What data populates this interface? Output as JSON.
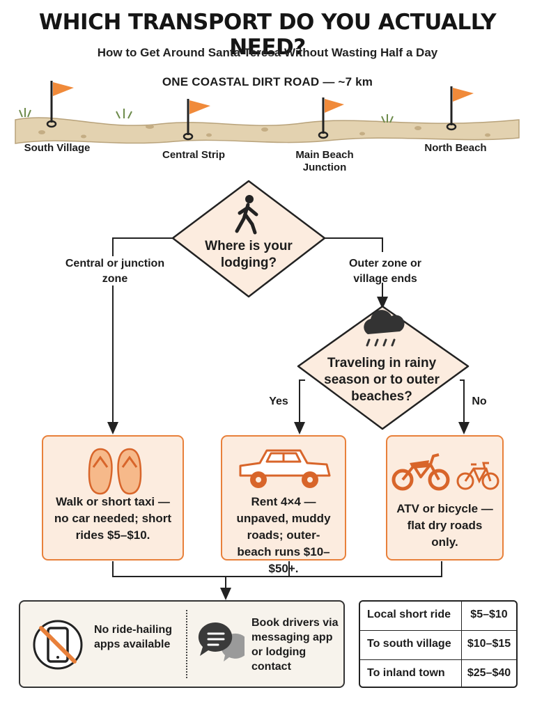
{
  "header": {
    "title": "WHICH TRANSPORT DO YOU ACTUALLY NEED?",
    "subtitle": "How to Get Around Santa Teresa Without Wasting Half a Day"
  },
  "road": {
    "label": "ONE COASTAL DIRT ROAD — ~7 km",
    "locations": [
      "South Village",
      "Central Strip",
      "Main Beach Junction",
      "North Beach"
    ]
  },
  "flow": {
    "decision1": "Where is your lodging?",
    "branch_left": "Central or junction zone",
    "branch_right": "Outer zone or village ends",
    "decision2": "Traveling in rainy season or to outer beaches?",
    "yes_label": "Yes",
    "no_label": "No"
  },
  "options": [
    {
      "icon": "flip-flops-icon",
      "text": "Walk or short taxi — no car needed; short rides $5–$10."
    },
    {
      "icon": "pickup-truck-icon",
      "text": "Rent 4×4 — unpaved, muddy roads; outer-beach runs $10–$50+."
    },
    {
      "icon": "atv-bicycle-icon",
      "text": "ATV or bicycle — flat dry roads only."
    }
  ],
  "info": {
    "no_apps": "No ride-hailing apps available",
    "book": "Book drivers via messaging app or lodging contact"
  },
  "fares": [
    {
      "route": "Local short ride",
      "price": "$5–$10"
    },
    {
      "route": "To south village",
      "price": "$10–$15"
    },
    {
      "route": "To inland town",
      "price": "$25–$40"
    }
  ],
  "colors": {
    "accent": "#e8803a",
    "card_bg": "#fcecdf",
    "road": "#e3d2b0"
  }
}
